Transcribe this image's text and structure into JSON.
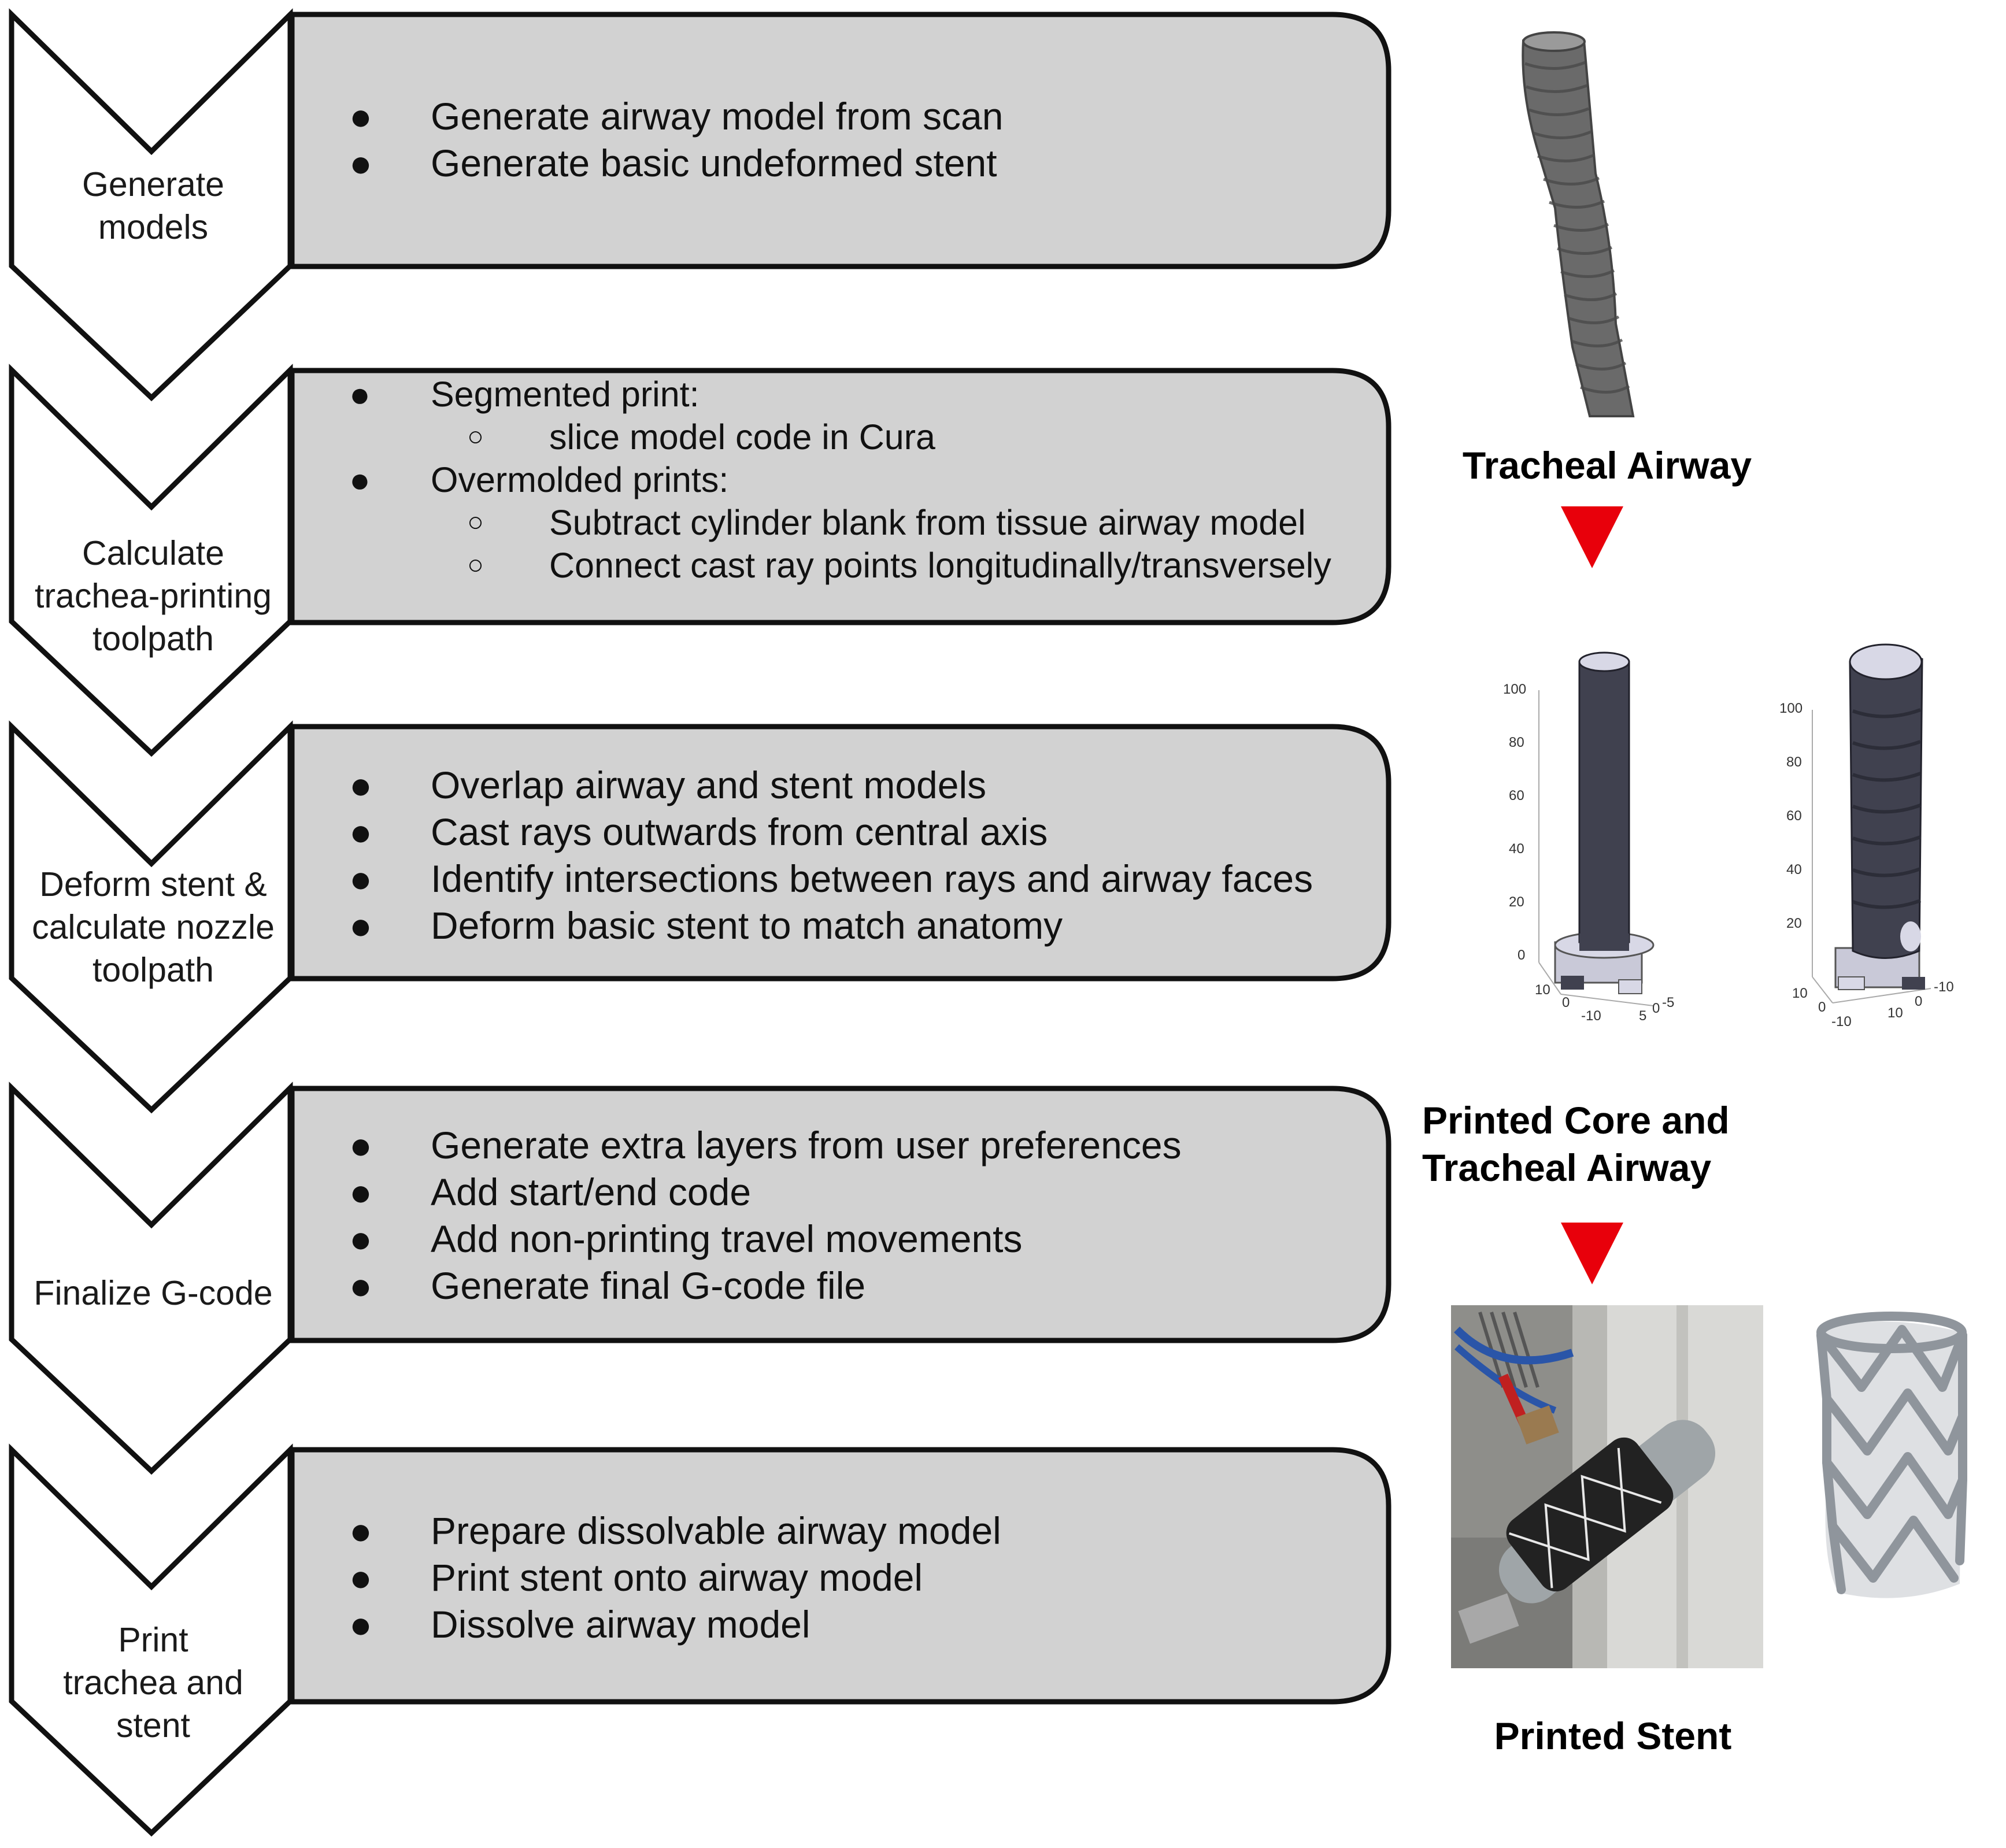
{
  "steps": [
    {
      "label": "Generate\nmodels",
      "bullets": [
        {
          "level": 1,
          "text": "Generate airway model from scan"
        },
        {
          "level": 1,
          "text": "Generate basic undeformed stent"
        }
      ]
    },
    {
      "label": "Calculate\ntrachea-printing\ntoolpath",
      "bullets": [
        {
          "level": 1,
          "text": "Segmented print:"
        },
        {
          "level": 2,
          "text": "slice model code in Cura"
        },
        {
          "level": 1,
          "text": "Overmolded prints:"
        },
        {
          "level": 2,
          "text": "Subtract cylinder blank from tissue airway model"
        },
        {
          "level": 2,
          "text": "Connect cast ray points longitudinally/transversely"
        }
      ]
    },
    {
      "label": "Deform stent &\ncalculate nozzle\ntoolpath",
      "bullets": [
        {
          "level": 1,
          "text": "Overlap airway and stent models"
        },
        {
          "level": 1,
          "text": "Cast rays outwards from central axis"
        },
        {
          "level": 1,
          "text": "Identify intersections between rays and airway faces"
        },
        {
          "level": 1,
          "text": "Deform basic stent to match anatomy"
        }
      ]
    },
    {
      "label": "Finalize G-code",
      "bullets": [
        {
          "level": 1,
          "text": "Generate extra layers from user preferences"
        },
        {
          "level": 1,
          "text": "Add start/end code"
        },
        {
          "level": 1,
          "text": "Add non-printing travel movements"
        },
        {
          "level": 1,
          "text": "Generate final G-code file"
        }
      ]
    },
    {
      "label": "Print\ntrachea and\nstent",
      "bullets": [
        {
          "level": 1,
          "text": "Prepare dissolvable airway model"
        },
        {
          "level": 1,
          "text": "Print stent onto airway model"
        },
        {
          "level": 1,
          "text": "Dissolve airway model"
        }
      ]
    }
  ],
  "right_labels": {
    "tracheal_airway": "Tracheal Airway",
    "printed_core": "Printed Core and\nTracheal Airway",
    "printed_stent": "Printed Stent"
  },
  "plot_axes": {
    "left": {
      "z_ticks": [
        "100",
        "80",
        "60",
        "40",
        "20",
        "0"
      ],
      "x_ticks": [
        "10",
        "0",
        "-10"
      ],
      "y_ticks": [
        "5",
        "0",
        "-5"
      ]
    },
    "right": {
      "z_ticks": [
        "100",
        "80",
        "60",
        "40",
        "20"
      ],
      "x_ticks": [
        "10",
        "0",
        "-10"
      ],
      "y_ticks": [
        "10",
        "0",
        "-10"
      ]
    }
  },
  "colors": {
    "box_fill": "#d2d2d2",
    "outline": "#111111",
    "arrow": "#e8000b",
    "model_dark": "#40414f",
    "model_light": "#d8d8e6"
  }
}
